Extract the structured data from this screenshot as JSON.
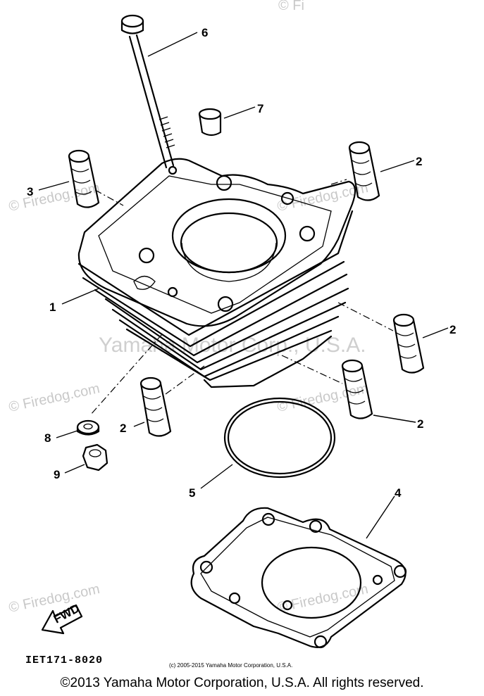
{
  "watermarks": {
    "center": "Yamaha Motor Corp., U.S.A.",
    "firedog": "© Firedog.com",
    "firedog_top": "© Fi"
  },
  "callouts": {
    "c1": "1",
    "c2a": "2",
    "c2b": "2",
    "c2c": "2",
    "c2d": "2",
    "c3": "3",
    "c4": "4",
    "c5": "5",
    "c6": "6",
    "c7": "7",
    "c8": "8",
    "c9": "9"
  },
  "fwd_label": "FWD",
  "diagram_code": "IET171-8020",
  "small_copyright": "(c) 2005-2015 Yamaha Motor Corporation, U.S.A.",
  "footer_copyright": "©2013 Yamaha Motor Corporation, U.S.A. All rights reserved."
}
